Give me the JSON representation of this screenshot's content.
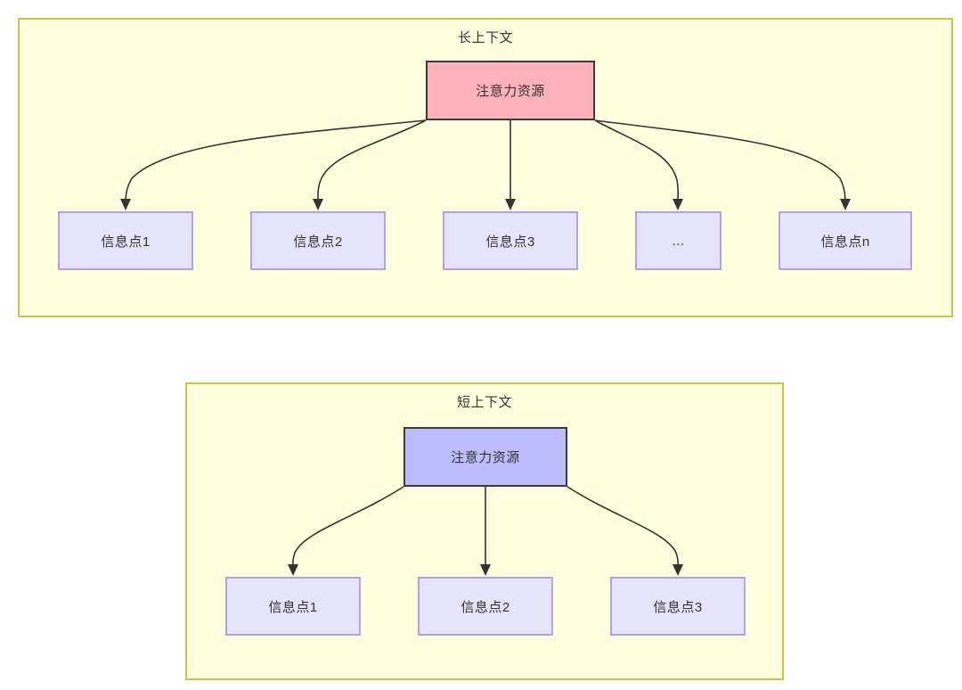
{
  "diagram": {
    "type": "flowchart",
    "groups": [
      {
        "id": "long-context",
        "title": "长上下文",
        "fill": "#FFFFE0",
        "border": "#C9C443",
        "root": {
          "label": "注意力资源",
          "fill": "#FFB3B8",
          "border": "#3A3A3A"
        },
        "leaves": [
          {
            "label": "信息点1"
          },
          {
            "label": "信息点2"
          },
          {
            "label": "信息点3"
          },
          {
            "label": "..."
          },
          {
            "label": "信息点n"
          }
        ],
        "leaf_fill": "#E6E3FC",
        "leaf_border": "#B79FE0"
      },
      {
        "id": "short-context",
        "title": "短上下文",
        "fill": "#FFFFE0",
        "border": "#C9C443",
        "root": {
          "label": "注意力资源",
          "fill": "#BDBCFC",
          "border": "#3A3A3A"
        },
        "leaves": [
          {
            "label": "信息点1"
          },
          {
            "label": "信息点2"
          },
          {
            "label": "信息点3"
          }
        ],
        "leaf_fill": "#E6E3FC",
        "leaf_border": "#B79FE0"
      }
    ],
    "edge_color": "#333333"
  }
}
